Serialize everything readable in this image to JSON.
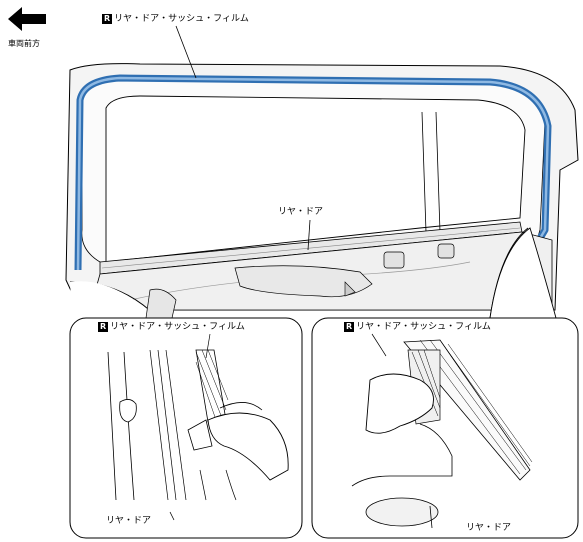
{
  "direction": {
    "label": "車両前方",
    "icon": "arrow-left-icon"
  },
  "badge": "R",
  "callouts": {
    "main_film": "リヤ・ドア・サッシュ・フィルム",
    "main_door": "リヤ・ドア",
    "left_film": "リヤ・ドア・サッシュ・フィルム",
    "left_door": "リヤ・ドア",
    "right_film": "リヤ・ドア・サッシュ・フィルム",
    "right_door": "リヤ・ドア"
  },
  "colors": {
    "film": "#2f6fb2",
    "film_light": "#8fb9e3",
    "outline": "#000000",
    "shade": "#d9d9d9"
  }
}
